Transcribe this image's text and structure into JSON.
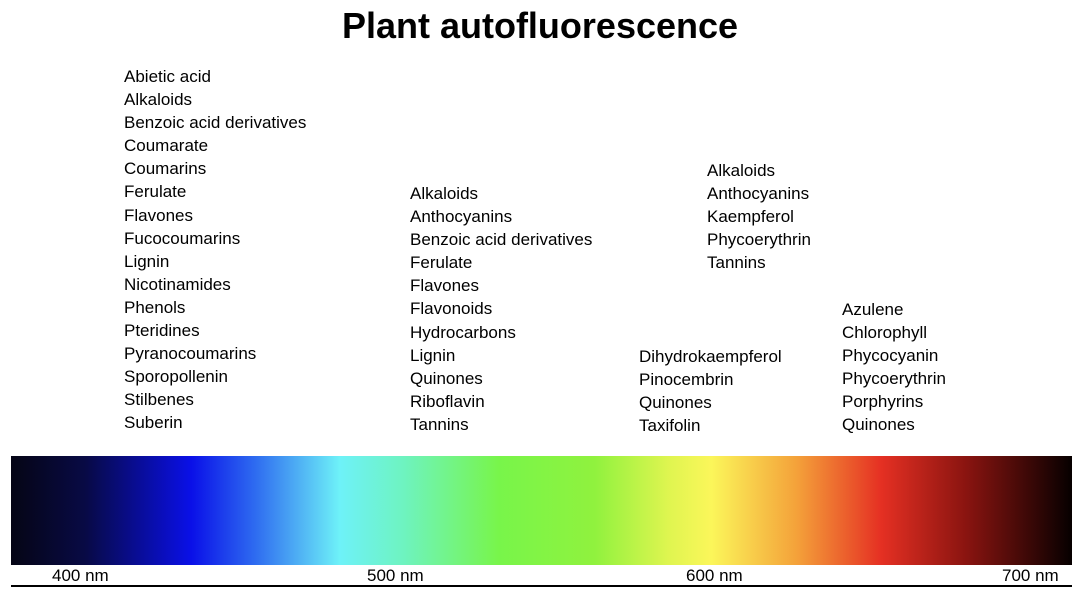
{
  "title": "Plant autofluorescence",
  "groups": [
    {
      "compounds": [
        "Abietic acid",
        "Alkaloids",
        "Benzoic acid derivatives",
        "Coumarate",
        "Coumarins",
        "Ferulate",
        "Flavones",
        "Fucocoumarins",
        "Lignin",
        "Nicotinamides",
        "Phenols",
        "Pteridines",
        "Pyranocoumarins",
        "Sporopollenin",
        "Stilbenes",
        "Suberin"
      ]
    },
    {
      "compounds": [
        "Alkaloids",
        "Anthocyanins",
        "Benzoic acid derivatives",
        "Ferulate",
        "Flavones",
        "Flavonoids",
        "Hydrocarbons",
        "Lignin",
        "Quinones",
        "Riboflavin",
        "Tannins"
      ]
    },
    {
      "compounds": [
        "Dihydrokaempferol",
        "Pinocembrin",
        "Quinones",
        "Taxifolin"
      ]
    },
    {
      "compounds": [
        "Alkaloids",
        "Anthocyanins",
        "Kaempferol",
        "Phycoerythrin",
        "Tannins"
      ]
    },
    {
      "compounds": [
        "Azulene",
        "Chlorophyll",
        "Phycocyanin",
        "Phycoerythrin",
        "Porphyrins",
        "Quinones"
      ]
    }
  ],
  "spectrum": {
    "stops": [
      {
        "offset": 0.0,
        "color": "#050515"
      },
      {
        "offset": 0.07,
        "color": "#080a45"
      },
      {
        "offset": 0.17,
        "color": "#0a10e8"
      },
      {
        "offset": 0.23,
        "color": "#2e6bf0"
      },
      {
        "offset": 0.31,
        "color": "#6ef2f8"
      },
      {
        "offset": 0.37,
        "color": "#6ef3c0"
      },
      {
        "offset": 0.46,
        "color": "#78f54a"
      },
      {
        "offset": 0.55,
        "color": "#90f23e"
      },
      {
        "offset": 0.62,
        "color": "#dff550"
      },
      {
        "offset": 0.66,
        "color": "#fbf65a"
      },
      {
        "offset": 0.74,
        "color": "#f4a23a"
      },
      {
        "offset": 0.82,
        "color": "#e53023"
      },
      {
        "offset": 0.9,
        "color": "#8a1410"
      },
      {
        "offset": 1.0,
        "color": "#060000"
      }
    ]
  },
  "axis": {
    "ticks": [
      "400 nm",
      "500 nm",
      "600 nm",
      "700 nm"
    ]
  }
}
